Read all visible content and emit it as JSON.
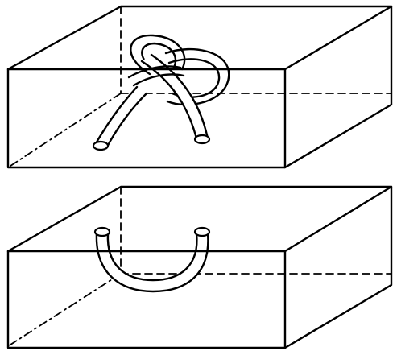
{
  "figure": {
    "panels": [
      {
        "id": "top",
        "content": "knotted-tube-in-box"
      },
      {
        "id": "bottom",
        "content": "unknotted-arc-in-box"
      }
    ]
  }
}
